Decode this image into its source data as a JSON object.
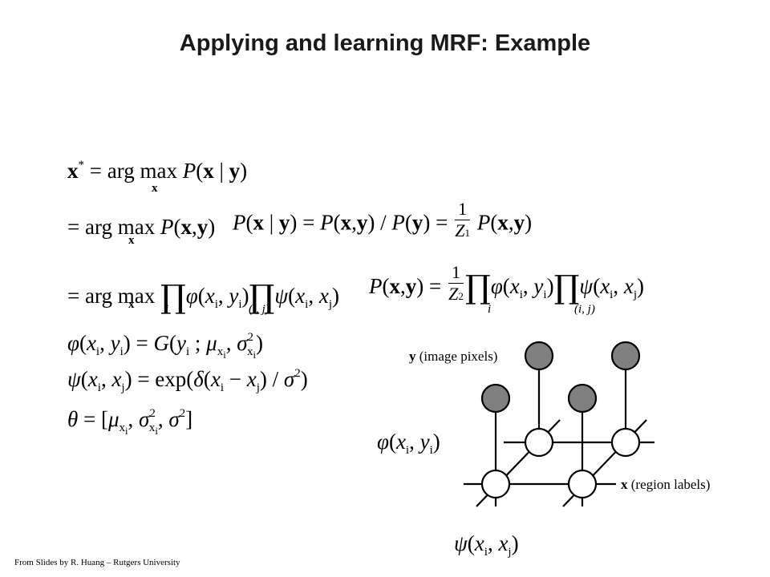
{
  "slide": {
    "title": "Applying and learning MRF: Example",
    "credit": "From Slides by R. Huang – Rutgers University"
  },
  "graph": {
    "y_label_bold": "y",
    "y_label_text": " (image pixels)",
    "x_label_bold": "x",
    "x_label_text": " (region labels)",
    "node_fill_observed": "#808080",
    "node_fill_hidden": "#ffffff"
  }
}
